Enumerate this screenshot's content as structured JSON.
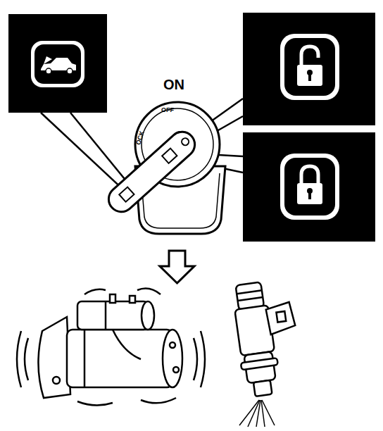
{
  "diagram": {
    "labels": [
      "ON",
      "OFF",
      "OCK"
    ]
  }
}
